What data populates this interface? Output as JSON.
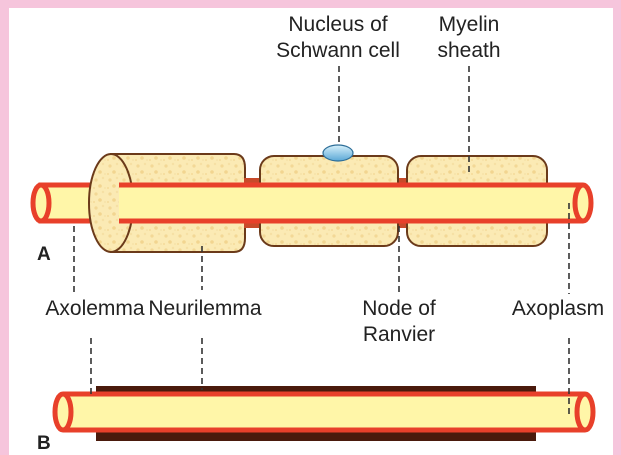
{
  "panels": {
    "a": "A",
    "b": "B"
  },
  "labels": {
    "nucleus_line1": "Nucleus of",
    "nucleus_line2": "Schwann cell",
    "myelin_line1": "Myelin",
    "myelin_line2": "sheath",
    "axolemma": "Axolemma",
    "neurilemma": "Neurilemma",
    "node_line1": "Node of",
    "node_line2": "Ranvier",
    "axoplasm": "Axoplasm"
  },
  "colors": {
    "page_border": "#f6c5dc",
    "axoplasm_fill": "#fff6a8",
    "axolemma_red": "#e8402a",
    "myelin_fill": "#fbe9b0",
    "myelin_stroke": "#6b3a1a",
    "neurilemma_dark": "#4a1a0c",
    "nucleus_blue": "#7fc4e8"
  }
}
